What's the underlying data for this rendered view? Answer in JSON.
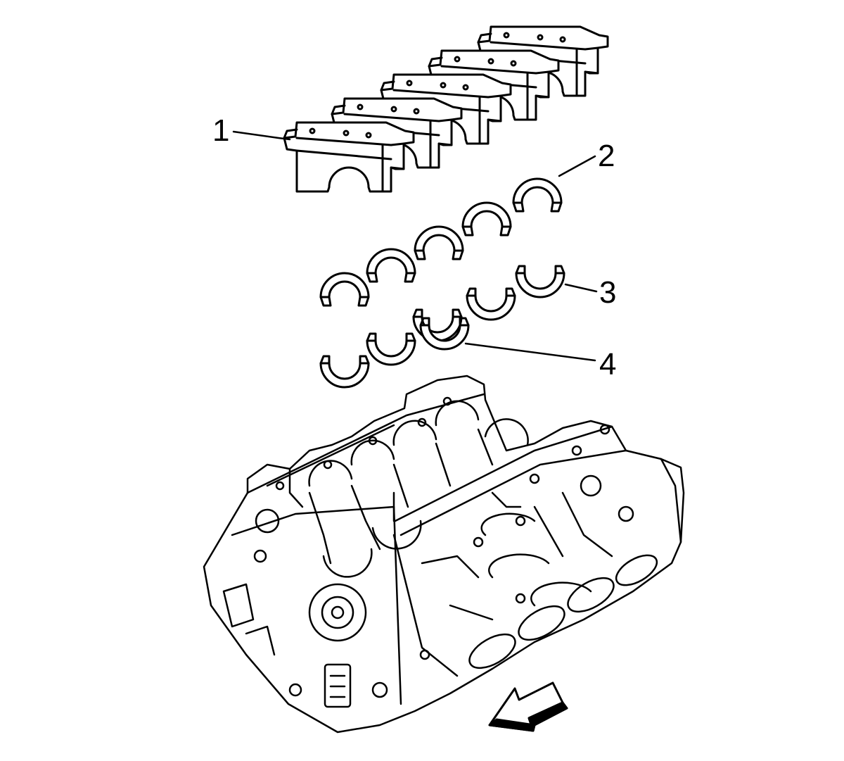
{
  "diagram": {
    "callouts": [
      {
        "id": "1",
        "label": "1"
      },
      {
        "id": "2",
        "label": "2"
      },
      {
        "id": "3",
        "label": "3"
      },
      {
        "id": "4",
        "label": "4"
      }
    ],
    "direction_arrow_icon": "front-direction-arrow-icon",
    "colors": {
      "line": "#000000",
      "background": "#ffffff"
    }
  }
}
